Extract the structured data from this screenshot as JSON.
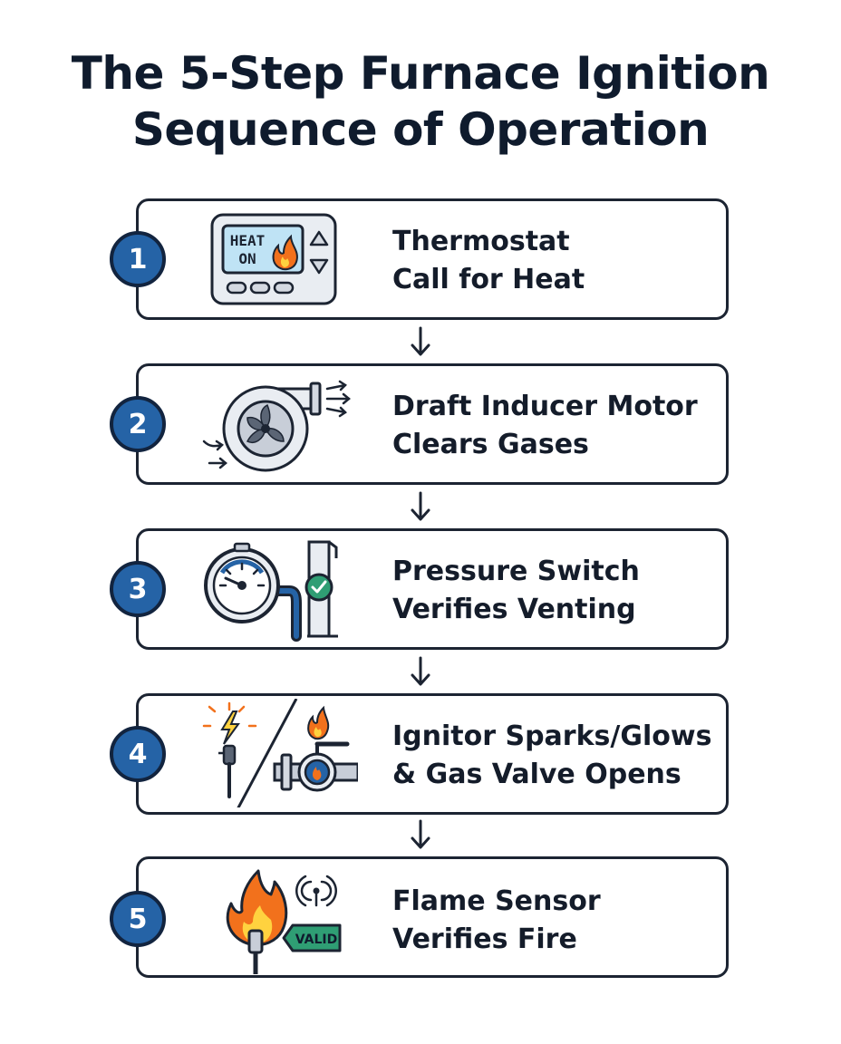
{
  "title": {
    "line1": "The 5-Step Furnace Ignition",
    "line2": "Sequence of Operation"
  },
  "colors": {
    "badge_fill": "#2563a6",
    "badge_border": "#12243f",
    "card_border": "#1c2432",
    "flame_orange": "#f2711c",
    "check_green": "#2f9e74"
  },
  "steps": [
    {
      "number": "1",
      "line1": "Thermostat",
      "line2": "Call for Heat",
      "icon": "thermostat-icon",
      "screen_line1": "HEAT",
      "screen_line2": "ON"
    },
    {
      "number": "2",
      "line1": "Draft Inducer Motor",
      "line2": "Clears Gases",
      "icon": "inducer-motor-icon"
    },
    {
      "number": "3",
      "line1": "Pressure Switch",
      "line2": "Verifies Venting",
      "icon": "pressure-switch-icon"
    },
    {
      "number": "4",
      "line1": "Ignitor Sparks/Glows",
      "line2": "& Gas Valve Opens",
      "icon": "ignitor-gas-valve-icon"
    },
    {
      "number": "5",
      "line1": "Flame Sensor",
      "line2": "Verifies Fire",
      "icon": "flame-sensor-icon",
      "tag": "VALID"
    }
  ]
}
